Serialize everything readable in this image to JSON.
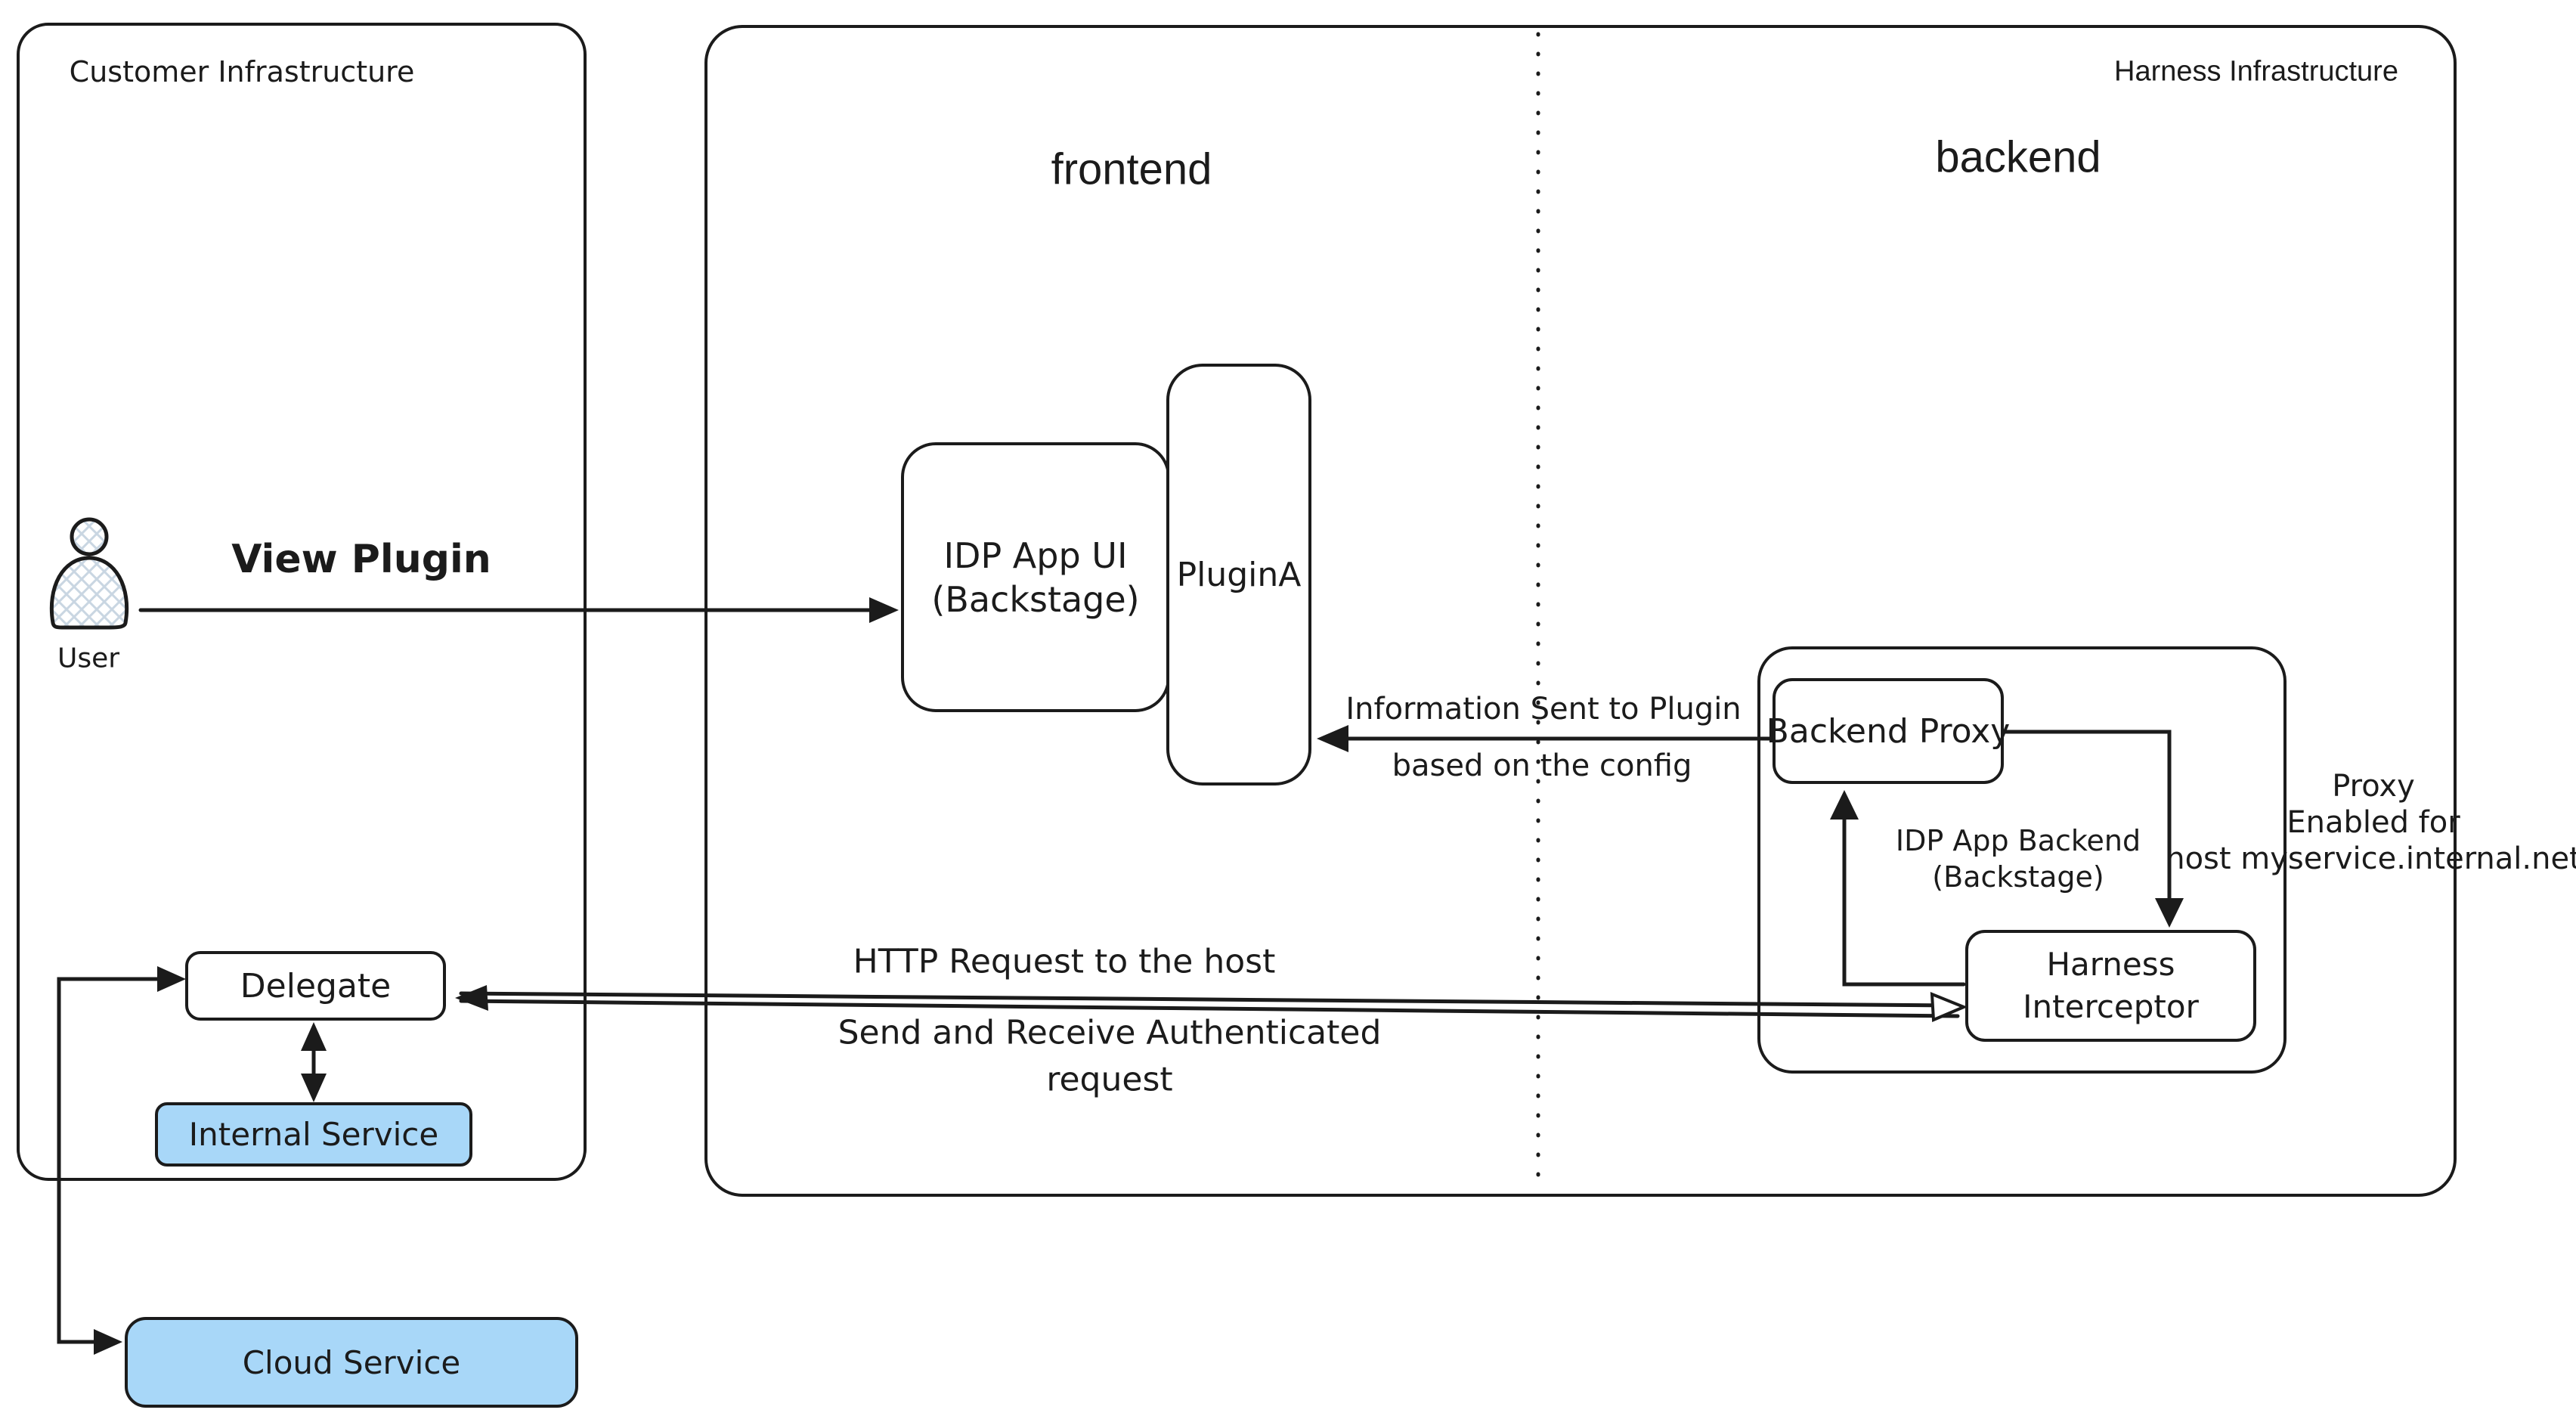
{
  "containers": {
    "customer": {
      "label": "Customer Infrastructure"
    },
    "harness": {
      "label": "Harness Infrastructure",
      "frontend": "frontend",
      "backend": "backend"
    },
    "idp_app_backend": {
      "title": "IDP App Backend",
      "subtitle": "(Backstage)"
    }
  },
  "nodes": {
    "user": {
      "label": "User"
    },
    "idp_app_ui": {
      "title": "IDP App UI",
      "subtitle": "(Backstage)"
    },
    "plugin_a": {
      "label": "PluginA"
    },
    "backend_proxy": {
      "label": "Backend Proxy"
    },
    "harness_interceptor": {
      "line1": "Harness",
      "line2": "Interceptor"
    },
    "delegate": {
      "label": "Delegate"
    },
    "internal_service": {
      "label": "Internal Service"
    },
    "cloud_service": {
      "label": "Cloud Service"
    }
  },
  "edges": {
    "view_plugin": {
      "label": "View Plugin"
    },
    "info_sent": {
      "line1": "Information Sent to Plugin",
      "line2": "based on the config"
    },
    "http_request": {
      "above": "HTTP Request to the host",
      "below1": "Send and Receive Authenticated",
      "below2": "request"
    },
    "proxy_note": {
      "line1": "Proxy",
      "line2": "Enabled for",
      "line3": "host myservice.internal.net"
    }
  },
  "colors": {
    "stroke": "#1b1b1b",
    "service_fill": "#a8d7f8",
    "background": "#ffffff"
  }
}
